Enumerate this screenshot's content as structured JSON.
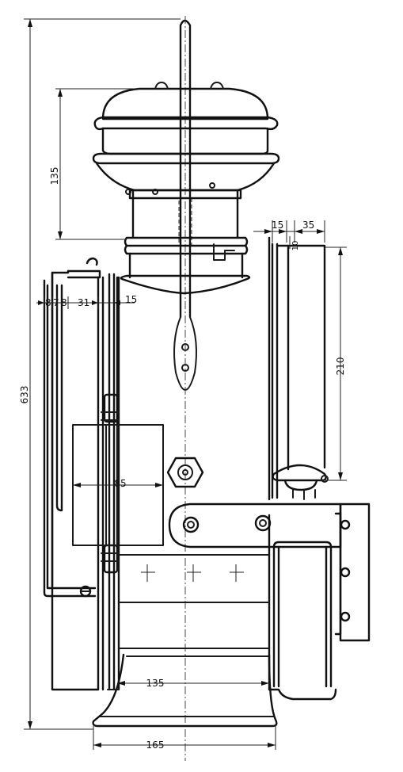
{
  "dimensions": {
    "total_height": "633",
    "top_height": "135",
    "top_15": "15",
    "top_10": "10",
    "top_35": "35",
    "right_210": "210",
    "left_8a": "8",
    "left_7": "7",
    "left_8b": "8",
    "left_31": "31",
    "left_15": "15",
    "mid_85": "85",
    "bottom_135": "135",
    "bottom_165": "165"
  }
}
